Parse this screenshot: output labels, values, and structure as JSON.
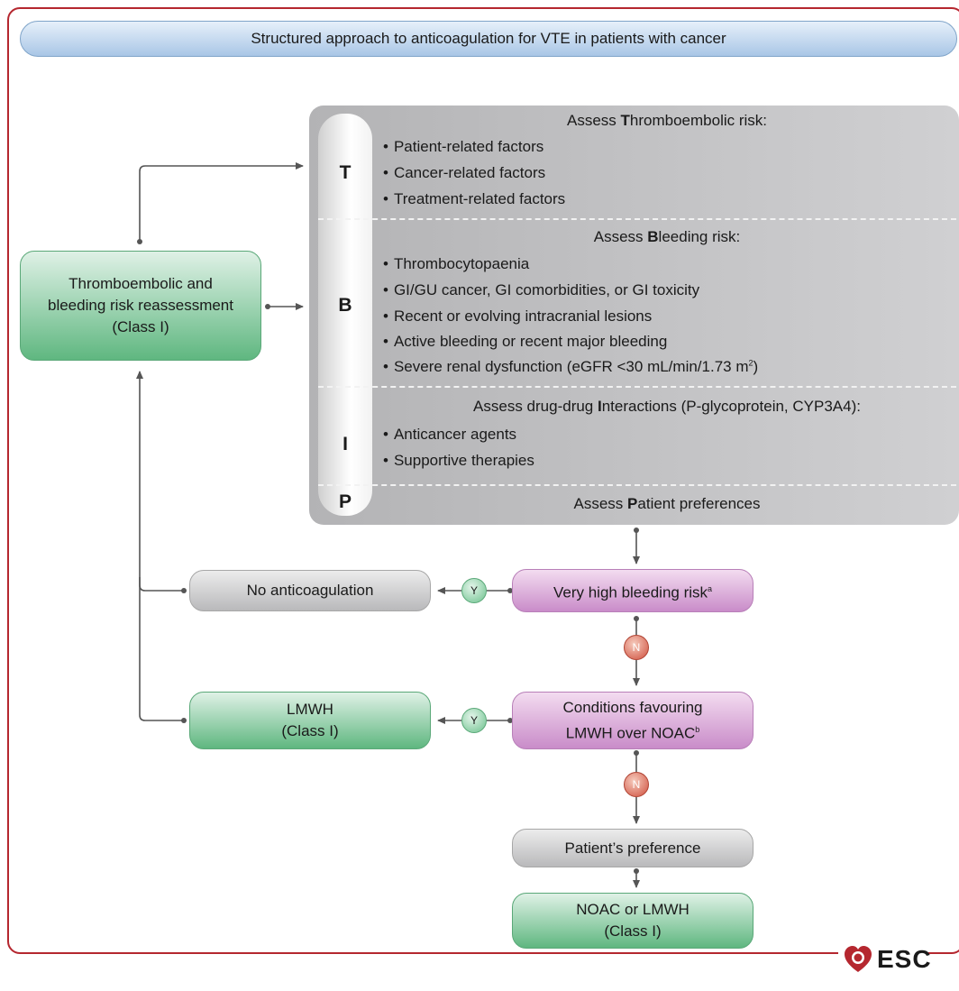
{
  "title": "Structured approach to anticoagulation for VTE in patients with cancer",
  "panel": {
    "sections": [
      {
        "letter": "T",
        "heading_pre": "Assess ",
        "heading_bold": "T",
        "heading_post": "hromboembolic risk:",
        "items": [
          "Patient-related factors",
          "Cancer-related factors",
          "Treatment-related factors"
        ]
      },
      {
        "letter": "B",
        "heading_pre": "Assess ",
        "heading_bold": "B",
        "heading_post": "leeding risk:",
        "items": [
          "Thrombocytopaenia",
          "GI/GU cancer, GI comorbidities, or GI toxicity",
          "Recent or evolving intracranial lesions",
          "Active bleeding or recent major bleeding",
          "Severe renal dysfunction (eGFR <30 mL/min/1.73 m",
          "2",
          ")"
        ]
      },
      {
        "letter": "I",
        "heading_pre": "Assess drug-drug ",
        "heading_bold": "I",
        "heading_post": "nteractions (P-glycoprotein, CYP3A4):",
        "items": [
          "Anticancer agents",
          "Supportive therapies"
        ]
      },
      {
        "letter": "P",
        "heading_pre": "Assess ",
        "heading_bold": "P",
        "heading_post": "atient preferences",
        "items": []
      }
    ]
  },
  "nodes": {
    "reassessment": {
      "line1": "Thromboembolic and",
      "line2": "bleeding risk reassessment",
      "line3": "(Class I)"
    },
    "no_anticoagulation": "No anticoagulation",
    "very_high_bleeding": {
      "text": "Very high bleeding risk",
      "sup": "a"
    },
    "lmwh": {
      "line1": "LMWH",
      "line2": "(Class I)"
    },
    "conditions": {
      "line1": "Conditions favouring",
      "line2": "LMWH over NOAC",
      "sup": "b"
    },
    "patient_preference": "Patient’s preference",
    "noac_or_lmwh": {
      "line1": "NOAC or LMWH",
      "line2": "(Class I)"
    }
  },
  "badges": {
    "yes": "Y",
    "no": "N"
  },
  "logo": {
    "text": "ESC"
  },
  "colors": {
    "frame": "#b5272f",
    "green": "#5fb780",
    "pink": "#c98cc9",
    "grey": "#b9b9bb",
    "no_badge": "#cf4f3d"
  }
}
